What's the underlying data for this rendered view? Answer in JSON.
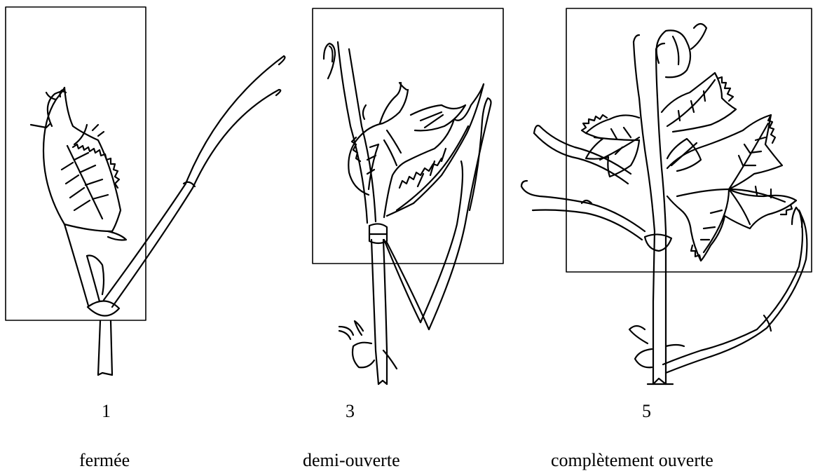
{
  "panels": [
    {
      "number": "1",
      "caption": "fermée"
    },
    {
      "number": "3",
      "caption": "demi-ouverte"
    },
    {
      "number": "5",
      "caption": "complètement ouverte"
    }
  ],
  "colors": {
    "ink": "#000000",
    "paper": "#ffffff"
  },
  "icons": [
    "closed-shoot-tip-illustration",
    "half-open-shoot-tip-illustration",
    "fully-open-shoot-tip-illustration"
  ]
}
